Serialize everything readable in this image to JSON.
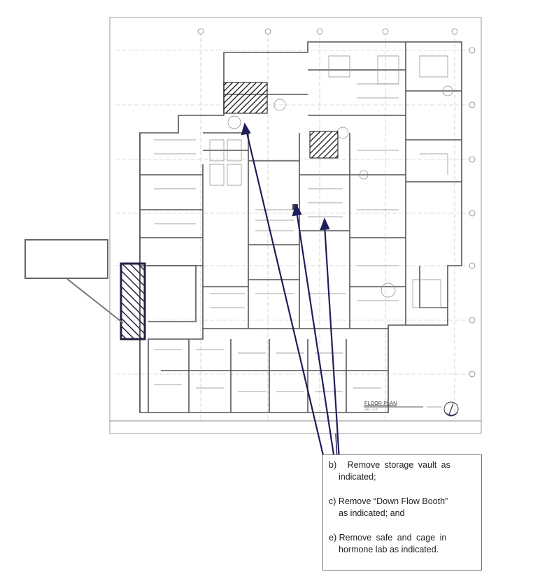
{
  "plan": {
    "title": "FLOOR PLAN",
    "scale": "1/8\" = 1'-0\""
  },
  "notes": [
    {
      "marker": "b)",
      "text_line1": "Remove storage vault as",
      "text_line2": "indicated;"
    },
    {
      "marker": "c)",
      "text_line1": "Remove “Down Flow Booth”",
      "text_line2": "as indicated; and"
    },
    {
      "marker": "e)",
      "text_line1": "Remove safe and cage in",
      "text_line2": "hormone lab as indicated."
    }
  ],
  "colors": {
    "arrow": "#1e1e5a",
    "hatch": "#222244",
    "plan_lines": "#555555"
  }
}
